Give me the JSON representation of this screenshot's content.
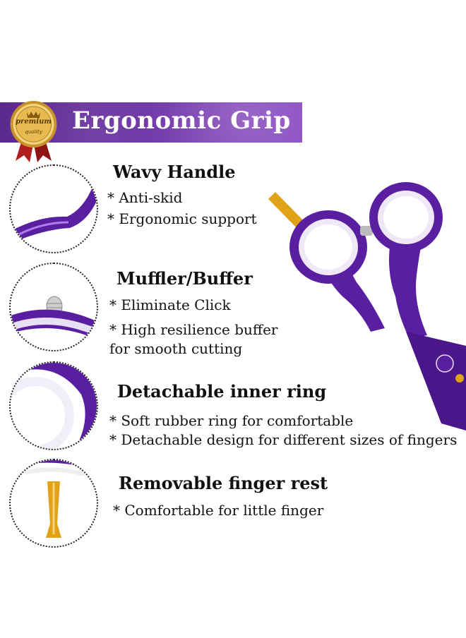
{
  "banner": {
    "title": "Ergonomic Grip",
    "badge_text": "premium",
    "badge_subtext": "quality"
  },
  "features": [
    {
      "heading": "Wavy Handle",
      "bullets": [
        "* Anti-skid",
        "* Ergonomic support"
      ]
    },
    {
      "heading": "Muffler/Buffer",
      "bullets": [
        "* Eliminate Click",
        "* High resilience buffer",
        "for smooth cutting"
      ]
    },
    {
      "heading": "Detachable inner ring",
      "bullets": [
        "* Soft rubber ring for comfortable",
        "* Detachable design for different sizes of fingers"
      ]
    },
    {
      "heading": "Removable finger rest",
      "bullets": [
        "* Comfortable for little finger"
      ]
    }
  ],
  "colors": {
    "purple": "#5a1fa0",
    "gold": "#e0a317",
    "banner": "#6e35a6"
  },
  "icons": [
    "premium-badge-icon",
    "scissors-icon"
  ]
}
